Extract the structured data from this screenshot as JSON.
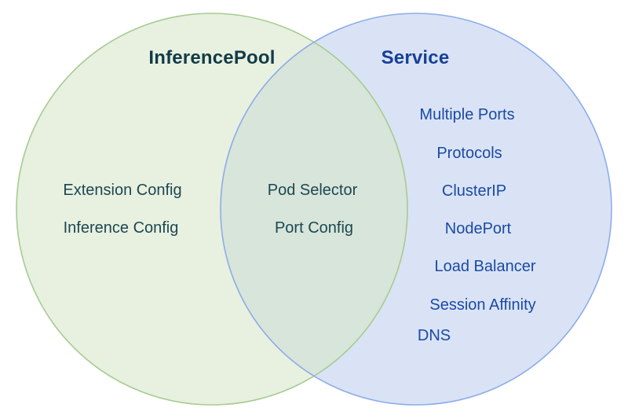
{
  "venn": {
    "left": {
      "title": "InferencePool",
      "items": [
        "Extension Config",
        "Inference Config"
      ]
    },
    "overlap": {
      "items": [
        "Pod Selector",
        "Port Config"
      ]
    },
    "right": {
      "title": "Service",
      "items": [
        "Multiple Ports",
        "Protocols",
        "ClusterIP",
        "NodePort",
        "Load Balancer",
        "Session Affinity",
        "DNS"
      ]
    }
  },
  "colors": {
    "green_fill": "#e8f0e0",
    "blue_fill": "#d9e3f5",
    "overlap_fill": "#d8e5da",
    "green_stroke": "#a6cc90",
    "blue_stroke": "#8dace9",
    "teal_title": "#123b47",
    "teal_text": "#1c4752",
    "blue_title": "#163f96",
    "blue_text": "#1b4aa4",
    "bg": "#ffffff"
  }
}
